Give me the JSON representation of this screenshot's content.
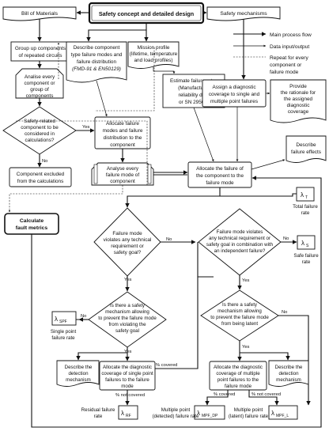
{
  "legend": {
    "main_flow": "Main process flow",
    "data_io": "Data input/output",
    "repeat_1": "Repeat for every",
    "repeat_2": "component or",
    "repeat_3": "failure mode"
  },
  "boxes": {
    "title": "Safety concept and detailed design",
    "bom": "Bill of Materials",
    "safety_mech": "Safety mechanisms",
    "group_1": "Group up components",
    "group_2": "of repeated circuits",
    "describe_fm_1": "Describe component",
    "describe_fm_2": "type failure modes and",
    "describe_fm_3": "failure distribution",
    "describe_fm_4": "(FMD-91 & EN50129)",
    "mission_1": "Mission profile",
    "mission_2": "(lifetime, temperature",
    "mission_3": "and load profiles)",
    "analise_1": "Analise every",
    "analise_2": "component or",
    "analise_3": "group of",
    "analise_4": "components",
    "estimate_1": "Estimate failure rates",
    "estimate_2": "(Manufacturer",
    "estimate_3": "reliability data",
    "estimate_4": "or SN 29500)",
    "assign_1": "Assign a diagnostic",
    "assign_2": "coverage to single and",
    "assign_3": "multiple point failures",
    "provide_1": "Provide",
    "provide_2": "the rationale for",
    "provide_3": "the assigned",
    "provide_4": "diagnostic",
    "provide_5": "coverage",
    "safety_rel_1": "Safety-related",
    "safety_rel_2": "component to be",
    "safety_rel_3": "considered in",
    "safety_rel_4": "calculations?",
    "allocate_fm_1": "Allocate failure",
    "allocate_fm_2": "modes and failure",
    "allocate_fm_3": "distribution to the",
    "allocate_fm_4": "component",
    "excluded_1": "Component excluded",
    "excluded_2": "from the calculations",
    "analyse_fm_1": "Analyse every",
    "analyse_fm_2": "failure mode of",
    "analyse_fm_3": "component",
    "alloc_fail_1": "Allocate the failure of",
    "alloc_fail_2": "the component to the",
    "alloc_fail_3": "failure mode",
    "describe_effects_1": "Describe",
    "describe_effects_2": "failure effects",
    "calc_1": "Calculate",
    "calc_2": "fault metrics",
    "violates_1": "Failure mode",
    "violates_2": "violates any technical",
    "violates_3": "requirement or",
    "violates_4": "safety goal?",
    "violates_ind_1": "Failure mode violates",
    "violates_ind_2": "any technical requirement or",
    "violates_ind_3": "safety goal in combination with",
    "violates_ind_4": "an independent failure?",
    "mech_spf_1": "Is there a safety",
    "mech_spf_2": "mechanism allowing",
    "mech_spf_3": "to prevent the failure mode",
    "mech_spf_4": "from violating the",
    "mech_spf_5": "safety goal",
    "mech_lat_1": "Is there a safety",
    "mech_lat_2": "mechanism allowing",
    "mech_lat_3": "to prevent the failure mode",
    "mech_lat_4": "from being latent",
    "describe_det_1": "Describe the",
    "describe_det_2": "detection",
    "describe_det_3": "mechanism",
    "alloc_spf_1": "Allocate the diagnostic",
    "alloc_spf_2": "coverage of single point",
    "alloc_spf_3": "failures to the failure",
    "alloc_spf_4": "mode",
    "alloc_mpf_1": "Allocate the diagnostic",
    "alloc_mpf_2": "coverage of multiple",
    "alloc_mpf_3": "point failures to the",
    "alloc_mpf_4": "failure mode"
  },
  "labels": {
    "yes": "Yes",
    "no": "No",
    "pct_covered": "% covered",
    "pct_not_covered": "% not covered",
    "total_rate_1": "Total failure",
    "total_rate_2": "rate",
    "safe_rate_1": "Safe failure",
    "safe_rate_2": "rate",
    "spf_rate_1": "Single point",
    "spf_rate_2": "failure rate",
    "residual_1": "Residual failure",
    "residual_2": "rate",
    "mpf_dp_1": "Multiple point",
    "mpf_dp_2": "(detected) failure rate",
    "mpf_l_1": "Multiple point",
    "mpf_l_2": "(latent) failure rate"
  },
  "symbols": {
    "lambda": "λ",
    "T": "T",
    "S": "S",
    "SPF": "SPF",
    "RF": "RF",
    "MPF_DP": "MPF_DP",
    "MPF_L": "MPF_L"
  }
}
